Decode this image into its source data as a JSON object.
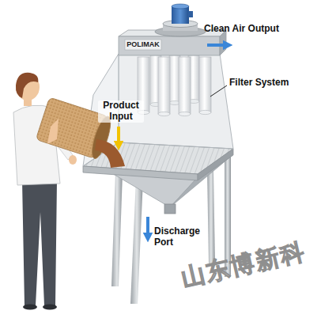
{
  "diagram": {
    "labels": [
      "Clean Air Output",
      "POLIMAK",
      "Filter System",
      "Product Input",
      "Discharge Port",
      "山东博新科"
    ]
  }
}
